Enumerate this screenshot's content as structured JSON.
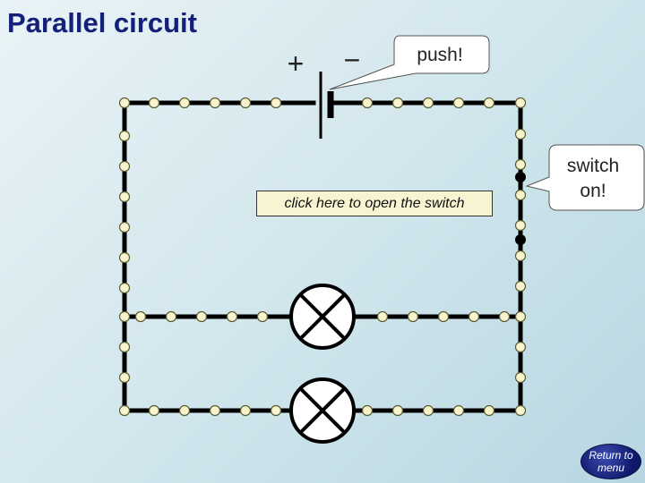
{
  "title": "Parallel circuit",
  "battery": {
    "plus_label": "+",
    "minus_label": "−"
  },
  "callouts": {
    "push": "push!",
    "switch_on_line1": "switch",
    "switch_on_line2": "on!"
  },
  "switch_button": {
    "label": "click here to open the switch"
  },
  "return_button": {
    "label": "Return to menu"
  },
  "colors": {
    "title": "#14207a",
    "electron_fill": "#f7f3cc",
    "wire": "#000000",
    "button_fill": "#f8f4d2",
    "return_fill": "#1a237e"
  },
  "icons": {
    "lamp": "lamp-cross-icon",
    "switch": "switch-icon",
    "battery": "cell-icon"
  },
  "state": {
    "switch": "closed"
  }
}
